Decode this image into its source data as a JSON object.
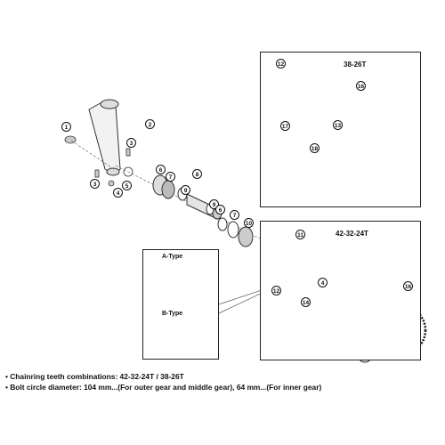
{
  "sets": {
    "upper": "38-26T",
    "lower": "42-32-24T"
  },
  "types": {
    "a": "A-Type",
    "b": "B-Type"
  },
  "callouts": [
    "1",
    "2",
    "3",
    "3",
    "4",
    "5",
    "6",
    "7",
    "8",
    "9",
    "9",
    "6",
    "7",
    "10",
    "12",
    "16",
    "17",
    "18",
    "13",
    "11",
    "12",
    "14",
    "16",
    "4"
  ],
  "notes": {
    "teeth": "• Chainring teeth combinations: 42-32-24T / 38-26T",
    "bcd": "• Bolt circle diameter: 104 mm...(For outer gear and middle gear), 64 mm...(For inner gear)"
  }
}
